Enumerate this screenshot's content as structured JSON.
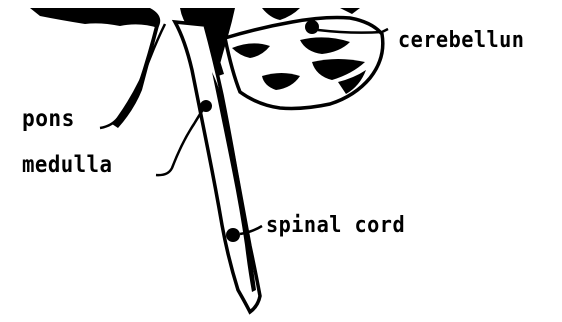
{
  "labels": {
    "cerebellum": "cerebellun",
    "pons": "pons",
    "medulla": "medulla",
    "spinal_cord": "spinal cord"
  },
  "colors": {
    "ink": "#000000",
    "background": "#ffffff"
  }
}
